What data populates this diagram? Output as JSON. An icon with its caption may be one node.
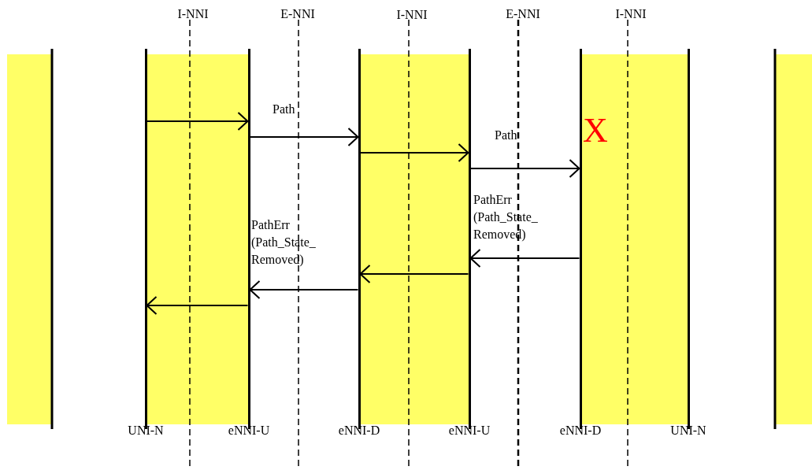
{
  "diagram": {
    "nodes": [
      {
        "text": [
          "UNI-N"
        ]
      },
      {
        "text": [
          "eNNI-U"
        ]
      },
      {
        "text": [
          "eNNI-D"
        ]
      },
      {
        "text": [
          "eNNI-U"
        ]
      },
      {
        "text": [
          "eNNI-D"
        ]
      },
      {
        "text": [
          "UNI-N"
        ]
      }
    ],
    "edges": [
      {
        "from": 0,
        "to": 1,
        "arrow": "to"
      },
      {
        "from": 1,
        "to": 2,
        "arrow": "to",
        "label": "Path"
      },
      {
        "from": 2,
        "to": 3,
        "arrow": "to"
      },
      {
        "from": 3,
        "to": 4,
        "arrow": "to",
        "label": "Path"
      },
      {
        "from": 4,
        "to": 3,
        "arrow": "to",
        "label": "PathErr (Path_State_ Removed)"
      },
      {
        "from": 3,
        "to": 2,
        "arrow": "to"
      },
      {
        "from": 2,
        "to": 1,
        "arrow": "to",
        "label": "PathErr (Path_State_ Removed)"
      },
      {
        "from": 1,
        "to": 0,
        "arrow": "to"
      }
    ],
    "labels": [
      "I-NNI",
      "E-NNI",
      "I-NNI",
      "E-NNI",
      "I-NNI",
      "X"
    ]
  }
}
